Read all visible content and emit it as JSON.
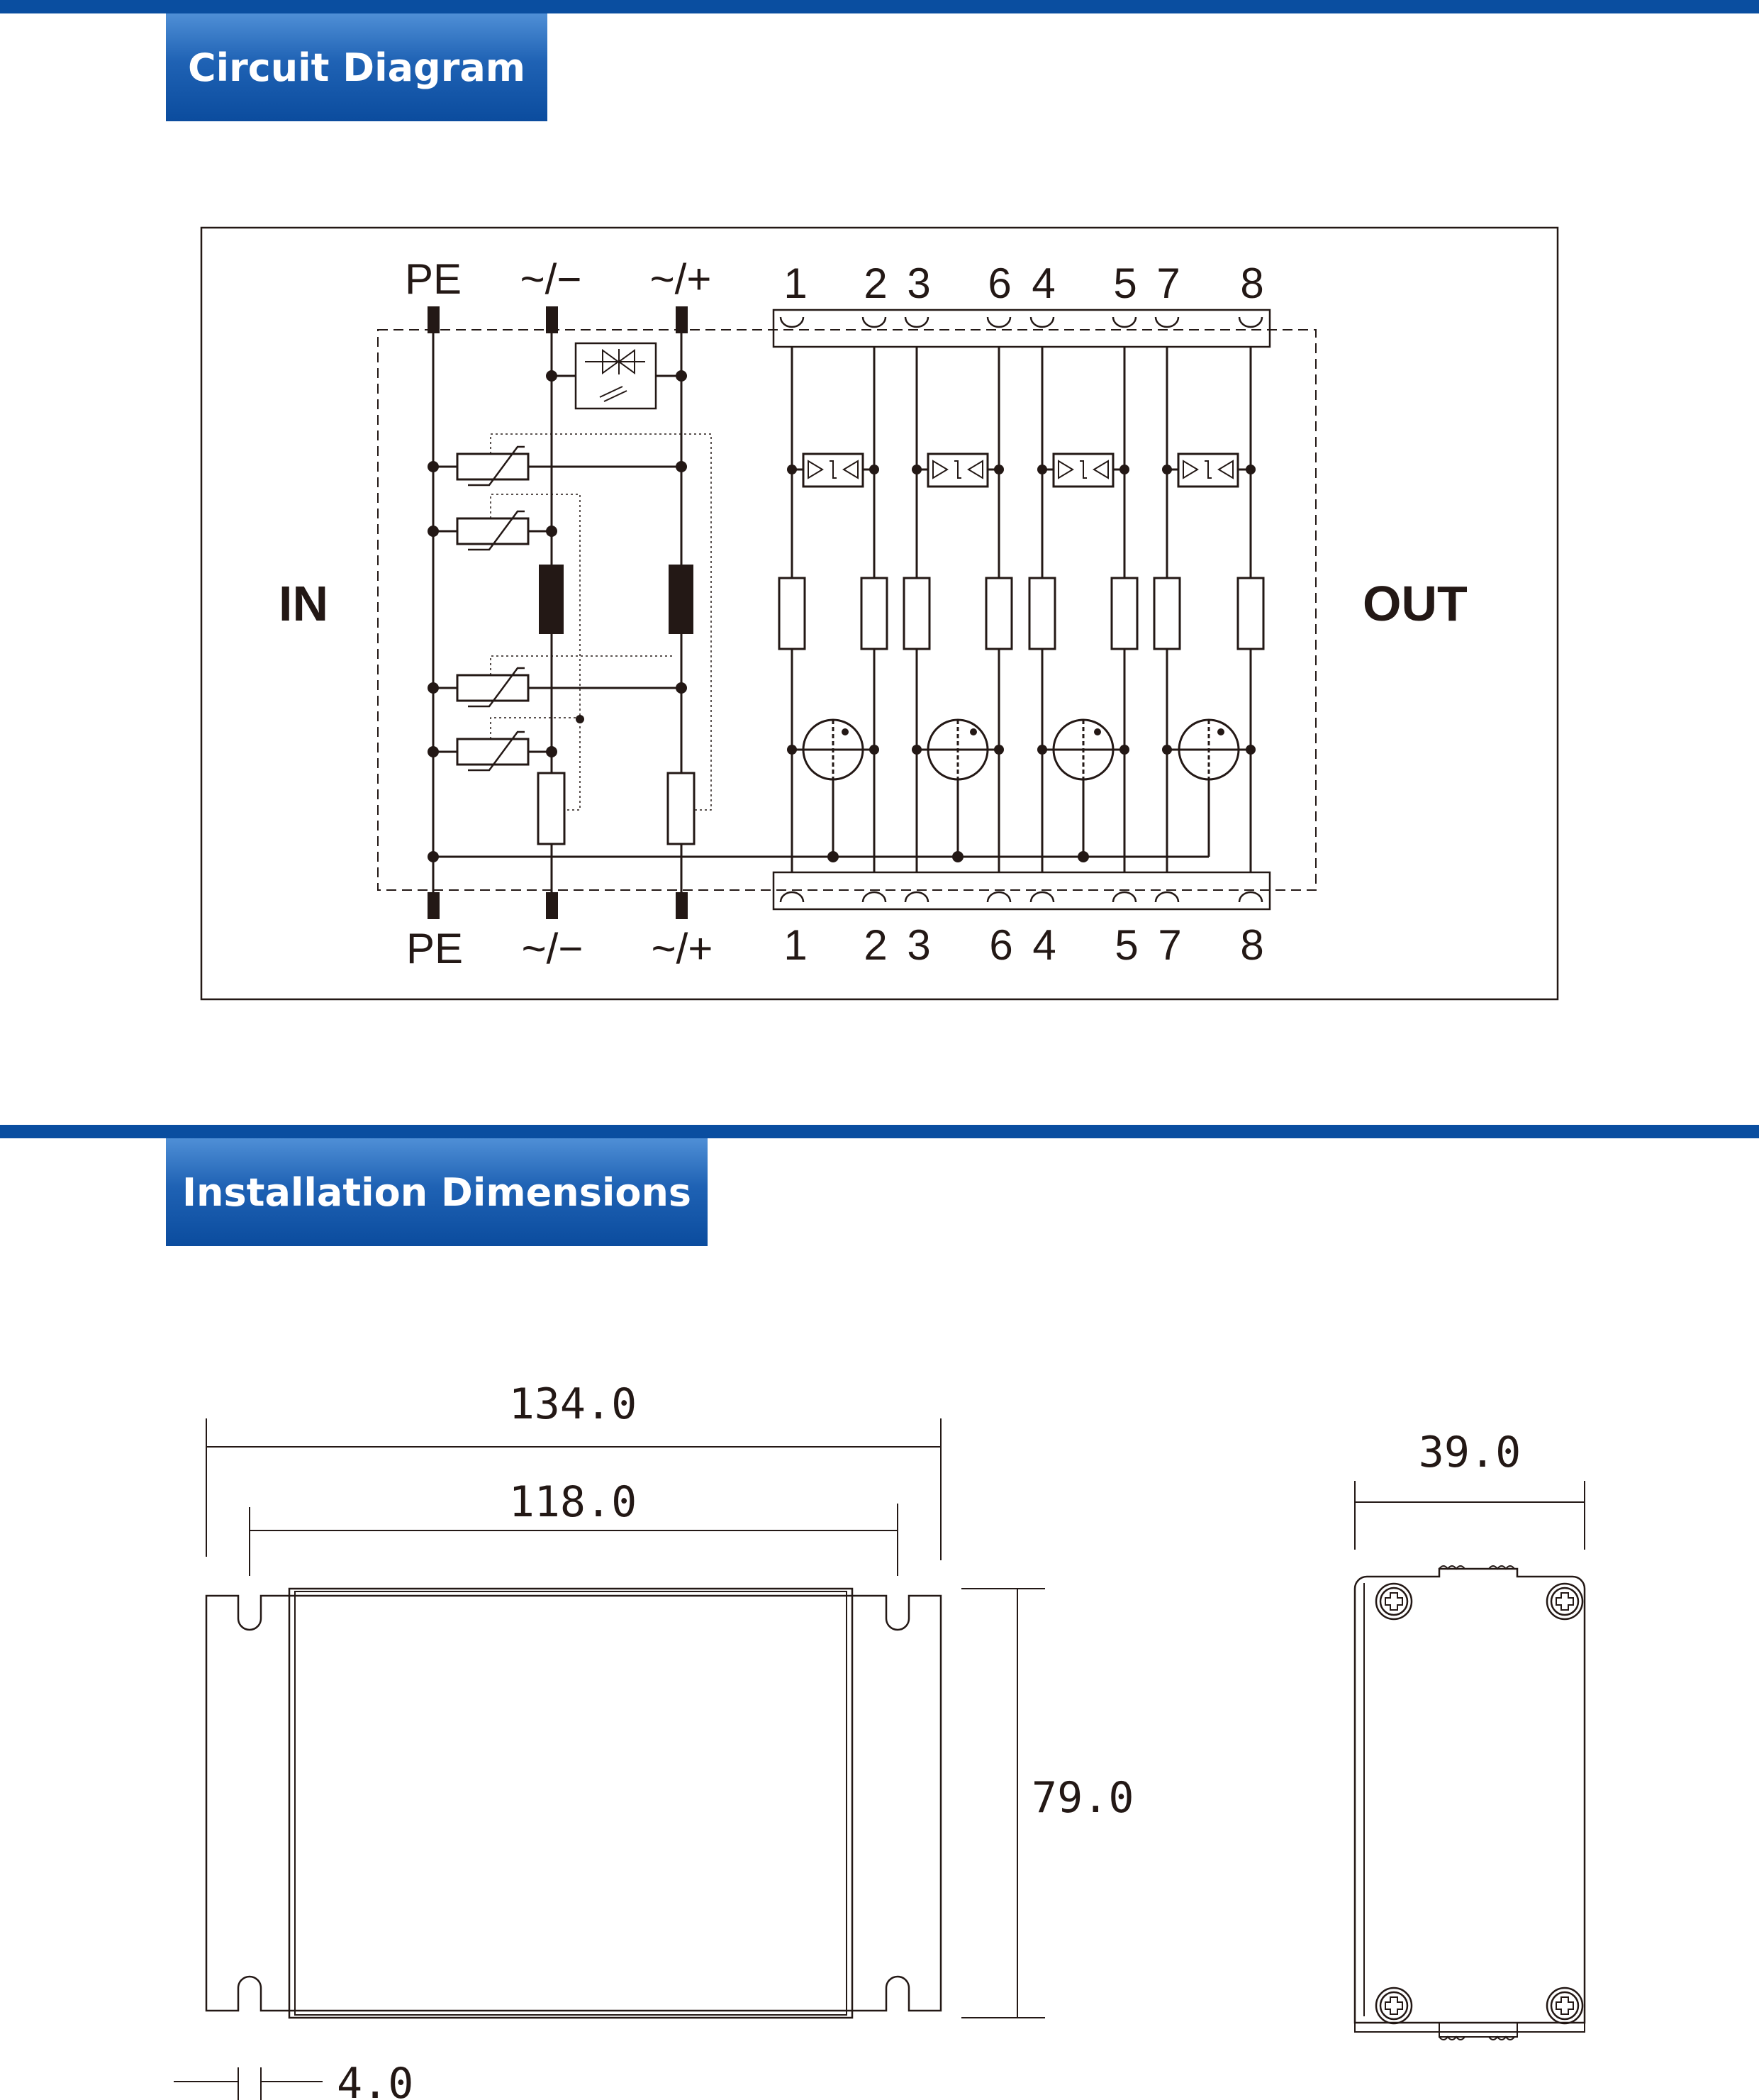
{
  "sections": {
    "circuit": {
      "title": "Circuit Diagram"
    },
    "install": {
      "title": "Installation Dimensions"
    }
  },
  "circuit": {
    "in_label": "IN",
    "out_label": "OUT",
    "input_terminals": [
      "PE",
      "~/−",
      "~/+"
    ],
    "output_terminals": [
      "1",
      "2",
      "3",
      "6",
      "4",
      "5",
      "7",
      "8"
    ]
  },
  "dimensions": {
    "overall_width": "134.0",
    "mount_spacing": "118.0",
    "height": "79.0",
    "depth": "39.0",
    "slot": "4.0"
  },
  "colors": {
    "band": "#0a4ea0",
    "line": "#231815"
  }
}
